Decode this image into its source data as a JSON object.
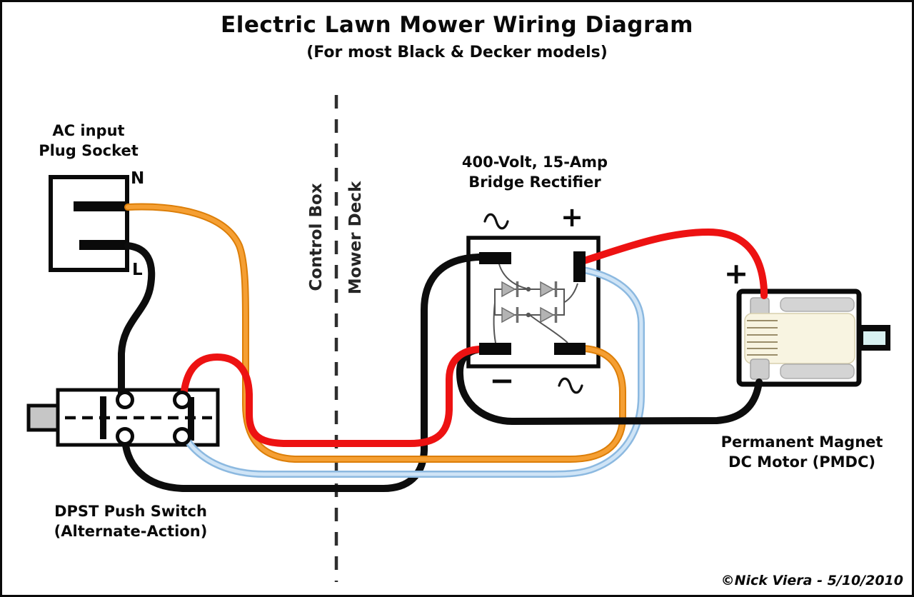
{
  "title": "Electric Lawn Mower Wiring Diagram",
  "subtitle": "(For most Black & Decker models)",
  "divider": {
    "left_label": "Control Box",
    "right_label": "Mower Deck"
  },
  "ac_plug": {
    "label1": "AC input",
    "label2": "Plug Socket",
    "terminal_n": "N",
    "terminal_l": "L"
  },
  "bridge_rectifier": {
    "label1": "400-Volt, 15-Amp",
    "label2": "Bridge Rectifier",
    "plus": "+",
    "minus": "−",
    "ac_symbol": "∿",
    "diode_count": 4
  },
  "motor": {
    "label1": "Permanent Magnet",
    "label2": "DC Motor (PMDC)",
    "plus": "+"
  },
  "switch": {
    "label1": "DPST Push Switch",
    "label2": "(Alternate-Action)"
  },
  "credit": "©Nick Viera - 5/10/2010",
  "colors": {
    "wire_black": "#0d0d0d",
    "wire_red": "#ED1212",
    "wire_orange_dark": "#DC7E08",
    "wire_orange": "#F59F33",
    "wire_blue_dark": "#8CB9E0",
    "wire_blue": "#CFE4F6",
    "divider": "#2e2e2e"
  },
  "wires": [
    {
      "color": "orange",
      "from": "AC plug N prong",
      "to": "rectifier ∿ bottom-right terminal"
    },
    {
      "color": "black",
      "from": "AC plug L prong",
      "to": "switch top-left terminal"
    },
    {
      "color": "black",
      "from": "switch bottom-left terminal",
      "to": "rectifier ∿ top-left terminal"
    },
    {
      "color": "red",
      "from": "switch top-right terminal",
      "to": "rectifier − bottom-left terminal"
    },
    {
      "color": "light-blue",
      "from": "switch bottom-right terminal",
      "to": "rectifier + top-right terminal"
    },
    {
      "color": "red",
      "from": "rectifier + top-right terminal",
      "to": "motor + terminal"
    },
    {
      "color": "black",
      "from": "motor − terminal",
      "to": "rectifier − bottom-left terminal"
    }
  ]
}
